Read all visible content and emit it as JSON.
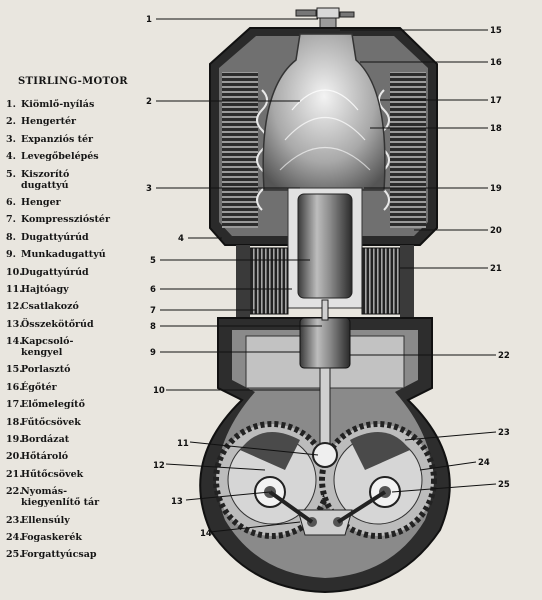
{
  "legend": {
    "title": "STIRLING-MOTOR",
    "items": [
      {
        "num": "1.",
        "label": "Kiömlő-nyílás"
      },
      {
        "num": "2.",
        "label": "Hengertér"
      },
      {
        "num": "3.",
        "label": "Expanziós tér"
      },
      {
        "num": "4.",
        "label": "Levegőbelépés"
      },
      {
        "num": "5.",
        "label": "Kiszorító\ndugattyú"
      },
      {
        "num": "6.",
        "label": "Henger"
      },
      {
        "num": "7.",
        "label": "Kompresszióstér"
      },
      {
        "num": "8.",
        "label": "Dugattyúrúd"
      },
      {
        "num": "9.",
        "label": "Munkadugattyú"
      },
      {
        "num": "10.",
        "label": "Dugattyúrúd"
      },
      {
        "num": "11.",
        "label": "Hajtóagy"
      },
      {
        "num": "12.",
        "label": "Csatlakozó"
      },
      {
        "num": "13.",
        "label": "Összekötőrúd"
      },
      {
        "num": "14.",
        "label": "Kapcsoló-\nkengyel"
      },
      {
        "num": "15.",
        "label": "Porlasztó"
      },
      {
        "num": "16.",
        "label": "Égőtér"
      },
      {
        "num": "17.",
        "label": "Előmelegítő"
      },
      {
        "num": "18.",
        "label": "Fűtőcsövek"
      },
      {
        "num": "19.",
        "label": "Bordázat"
      },
      {
        "num": "20.",
        "label": "Hőtároló"
      },
      {
        "num": "21.",
        "label": "Hűtőcsövek"
      },
      {
        "num": "22.",
        "label": "Nyomás-\nkiegyenlítő tár"
      },
      {
        "num": "23.",
        "label": "Ellensúly"
      },
      {
        "num": "24.",
        "label": "Fogaskerék"
      },
      {
        "num": "25.",
        "label": "Forgattyúcsap"
      }
    ]
  },
  "callouts": {
    "left": [
      "1",
      "2",
      "3",
      "4",
      "5",
      "6",
      "7",
      "8",
      "9",
      "10",
      "11",
      "12",
      "13",
      "14"
    ],
    "right": [
      "15",
      "16",
      "17",
      "18",
      "19",
      "20",
      "21",
      "22",
      "23",
      "24",
      "25"
    ]
  },
  "colors": {
    "paper": "#e9e6df",
    "dark": "#161616",
    "mid": "#6f6f6f",
    "light": "#c9c9c9"
  }
}
